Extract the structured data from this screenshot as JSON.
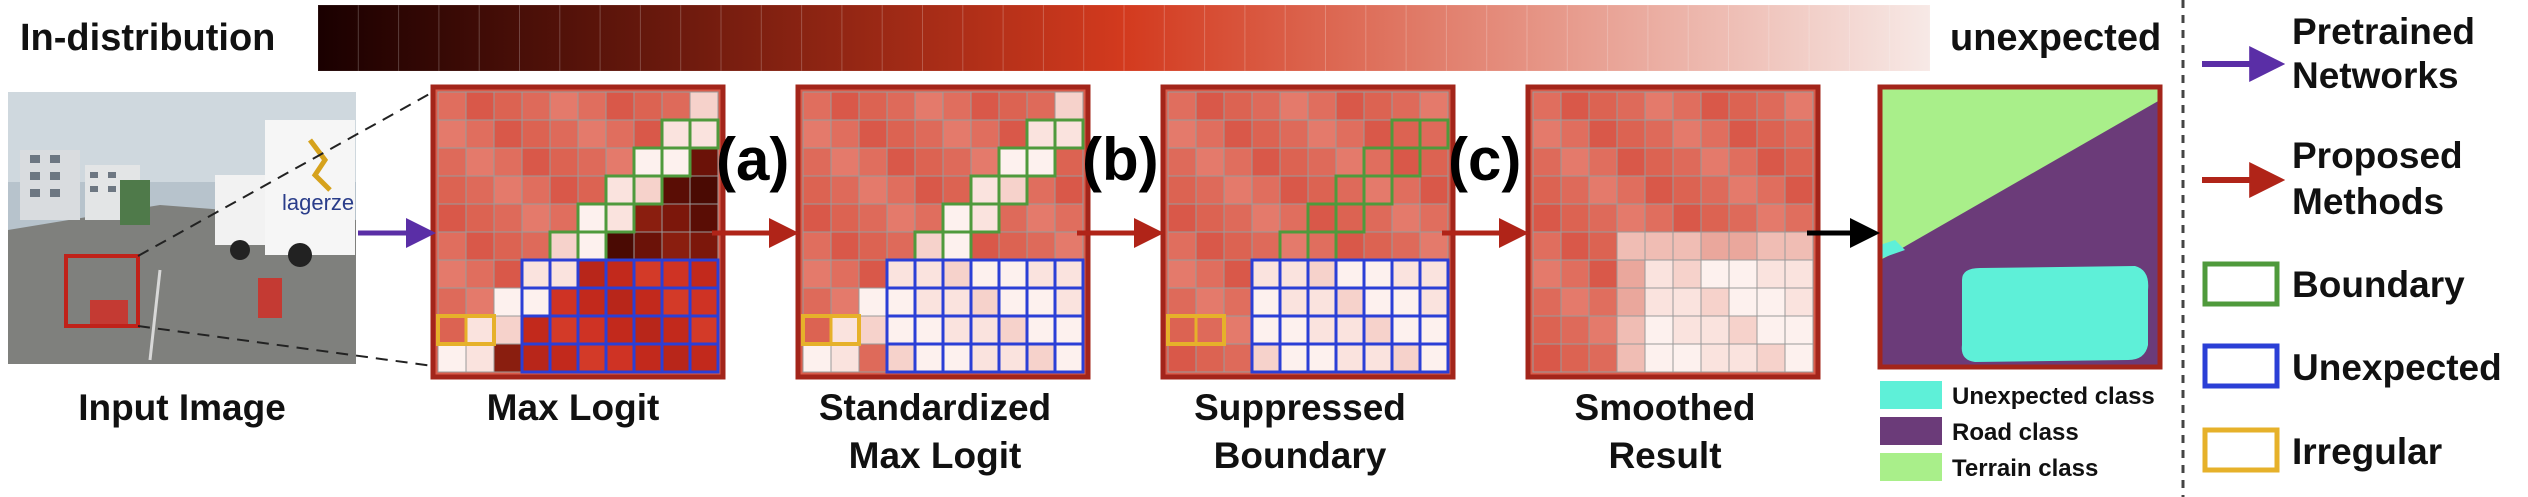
{
  "colorbar": {
    "left_label": "In-distribution",
    "right_label": "unexpected",
    "dark_color": "#1a0000",
    "mid_color": "#d33a1e",
    "light_color": "#f7e9e6"
  },
  "stages": [
    {
      "id": "input",
      "label_lines": [
        "Input Image"
      ]
    },
    {
      "id": "max-logit",
      "label_lines": [
        "Max Logit"
      ]
    },
    {
      "id": "standardized",
      "label_lines": [
        "Standardized",
        "Max Logit"
      ]
    },
    {
      "id": "suppressed",
      "label_lines": [
        "Suppressed",
        "Boundary"
      ]
    },
    {
      "id": "smoothed",
      "label_lines": [
        "Smoothed",
        "Result"
      ]
    }
  ],
  "steps": [
    "(a)",
    "(b)",
    "(c)"
  ],
  "input_image": {
    "sign_text": "lagerze"
  },
  "segmentation_legend": [
    {
      "label": "Unexpected class",
      "color": "#5ef0d8"
    },
    {
      "label": "Road class",
      "color": "#6b3b79"
    },
    {
      "label": "Terrain class",
      "color": "#a9ef8a"
    }
  ],
  "right_legend": [
    {
      "label_lines": [
        "Pretrained",
        "Networks"
      ],
      "kind": "arrow",
      "color": "#5a2ea6"
    },
    {
      "label_lines": [
        "Proposed",
        "Methods"
      ],
      "kind": "arrow",
      "color": "#b02418"
    },
    {
      "label_lines": [
        "Boundary"
      ],
      "kind": "box",
      "color": "#4f9a3c"
    },
    {
      "label_lines": [
        "Unexpected"
      ],
      "kind": "box",
      "color": "#2b3fd6"
    },
    {
      "label_lines": [
        "Irregular"
      ],
      "kind": "box",
      "color": "#e6b12a"
    }
  ],
  "colors": {
    "frame": "#a3251a",
    "grid_line": "#9a9a9a",
    "flow_arrow": "#b02418",
    "final_arrow": "#000000"
  }
}
